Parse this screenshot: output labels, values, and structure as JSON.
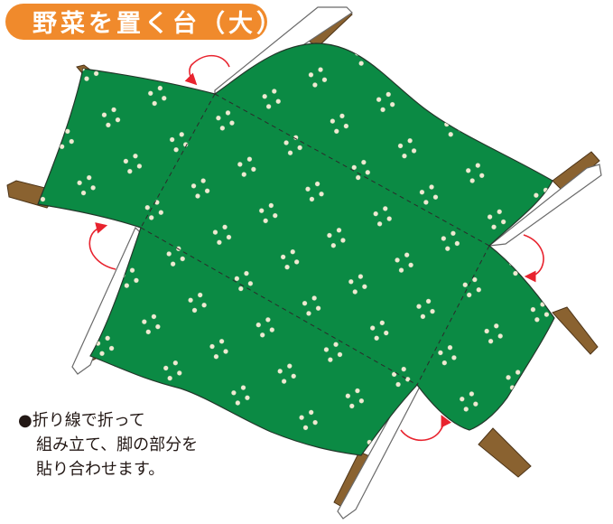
{
  "title": "野菜を置く台（大）",
  "instructions": [
    "●折り線で折って",
    "組み立て、脚の部分を",
    "貼り合わせます。"
  ],
  "colors": {
    "title_bg": "#f08a2c",
    "fabric": "#0b8a44",
    "dots": "#f0ead2",
    "leg": "#8a6230",
    "fold_arrow": "#e8232e",
    "dashed_fold": "#2b2b2b"
  },
  "icons": [
    "rotate-arrow-icon",
    "dashed-fold-line",
    "wooden-leg"
  ]
}
